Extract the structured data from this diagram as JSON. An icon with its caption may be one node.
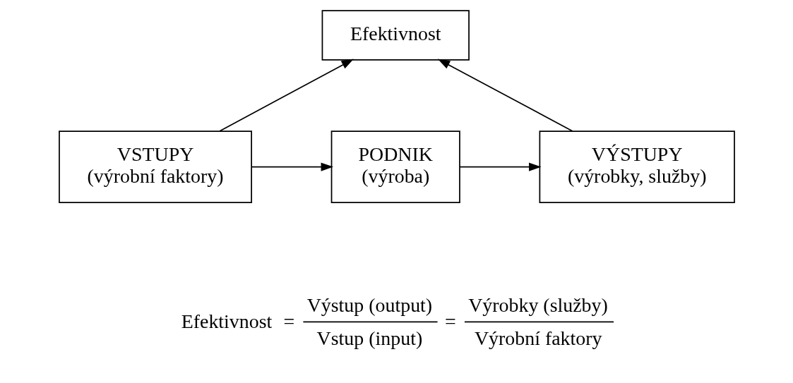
{
  "diagram": {
    "nodes": [
      {
        "text": [
          "Efektivnost"
        ]
      },
      {
        "text": [
          "VSTUPY",
          "(výrobní faktory)"
        ]
      },
      {
        "text": [
          "PODNIK",
          "(výroba)"
        ]
      },
      {
        "text": [
          "VÝSTUPY",
          "(výrobky, služby)"
        ]
      }
    ],
    "edges": [
      {
        "from": 1,
        "to": 0,
        "arrow": "to"
      },
      {
        "from": 3,
        "to": 0,
        "arrow": "to"
      },
      {
        "from": 1,
        "to": 2,
        "arrow": "to"
      },
      {
        "from": 2,
        "to": 3,
        "arrow": "to"
      }
    ],
    "labels": [
      "Efektivnost",
      "=",
      "Výstup (output)",
      "Vstup (input)",
      "=",
      "Výrobky (služby)",
      "Výrobní faktory"
    ]
  }
}
